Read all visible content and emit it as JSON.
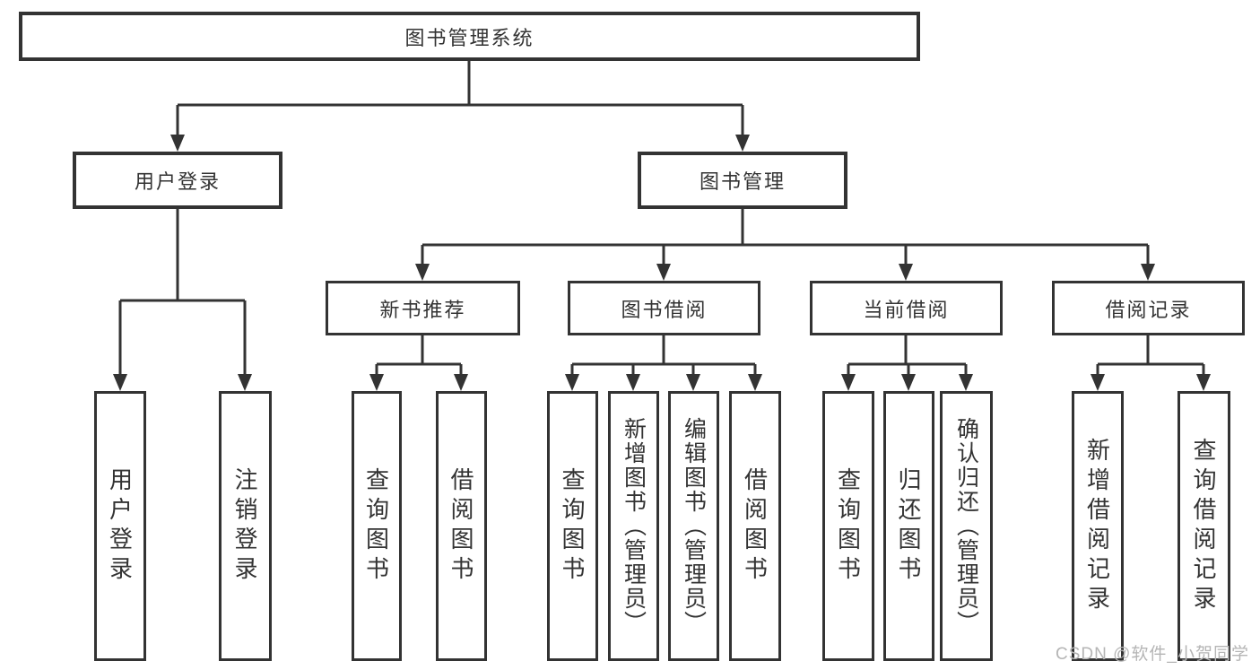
{
  "diagram": {
    "title": "图书管理系统",
    "watermark": "CSDN @软件_小贺同学",
    "colors": {
      "line": "#333333",
      "text": "#333333",
      "background": "#ffffff",
      "watermark": "#b5b5b5"
    },
    "nodes": {
      "root": {
        "label": "图书管理系统"
      },
      "user_login_group": {
        "label": "用户登录"
      },
      "book_mgmt": {
        "label": "图书管理"
      },
      "new_book_rec": {
        "label": "新书推荐"
      },
      "book_borrow": {
        "label": "图书借阅"
      },
      "current_borrow": {
        "label": "当前借阅"
      },
      "borrow_record": {
        "label": "借阅记录"
      },
      "leaf_user_login": {
        "label": "用户登录"
      },
      "leaf_logout": {
        "label": "注销登录"
      },
      "leaf_nb_query": {
        "label": "查询图书"
      },
      "leaf_nb_borrow": {
        "label": "借阅图书"
      },
      "leaf_bb_query": {
        "label": "查询图书"
      },
      "leaf_bb_add": {
        "label": "新增图书（管理员）"
      },
      "leaf_bb_edit": {
        "label": "编辑图书（管理员）"
      },
      "leaf_bb_borrow": {
        "label": "借阅图书"
      },
      "leaf_cb_query": {
        "label": "查询图书"
      },
      "leaf_cb_return": {
        "label": "归还图书"
      },
      "leaf_cb_confirm": {
        "label": "确认归还（管理员）"
      },
      "leaf_br_add": {
        "label": "新增借阅记录"
      },
      "leaf_br_query": {
        "label": "查询借阅记录"
      }
    },
    "structure": {
      "root": "图书管理系统",
      "children": [
        {
          "label": "用户登录",
          "children": [
            "用户登录",
            "注销登录"
          ]
        },
        {
          "label": "图书管理",
          "children": [
            {
              "label": "新书推荐",
              "children": [
                "查询图书",
                "借阅图书"
              ]
            },
            {
              "label": "图书借阅",
              "children": [
                "查询图书",
                "新增图书（管理员）",
                "编辑图书（管理员）",
                "借阅图书"
              ]
            },
            {
              "label": "当前借阅",
              "children": [
                "查询图书",
                "归还图书",
                "确认归还（管理员）"
              ]
            },
            {
              "label": "借阅记录",
              "children": [
                "新增借阅记录",
                "查询借阅记录"
              ]
            }
          ]
        }
      ]
    }
  }
}
